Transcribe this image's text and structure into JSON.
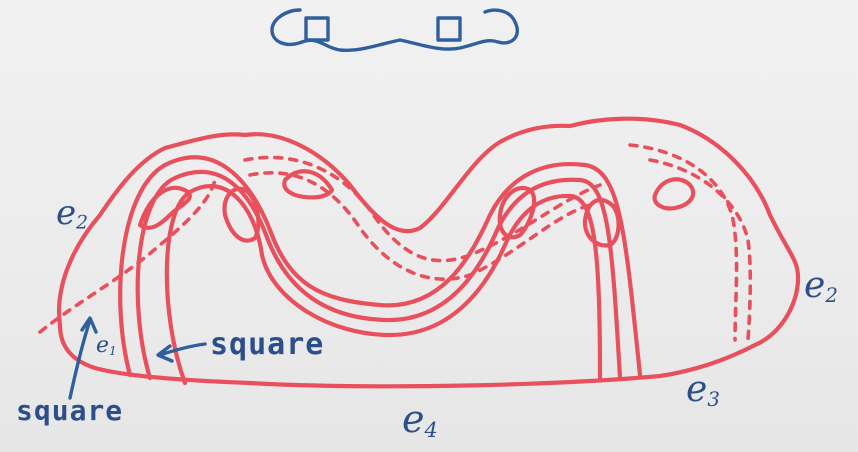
{
  "labels": {
    "e2_left": {
      "base": "e",
      "sub": "2"
    },
    "e1": {
      "base": "e",
      "sub": "1"
    },
    "e2_right": {
      "base": "e",
      "sub": "2"
    },
    "e3": {
      "base": "e",
      "sub": "3"
    },
    "e4": {
      "base": "e",
      "sub": "4"
    }
  },
  "annotations": {
    "square_inner": "square",
    "square_outer": "square"
  },
  "colors": {
    "surface": "#e8505d",
    "ink": "#2c4f8a",
    "thumbnail": "#2f5f9c"
  }
}
